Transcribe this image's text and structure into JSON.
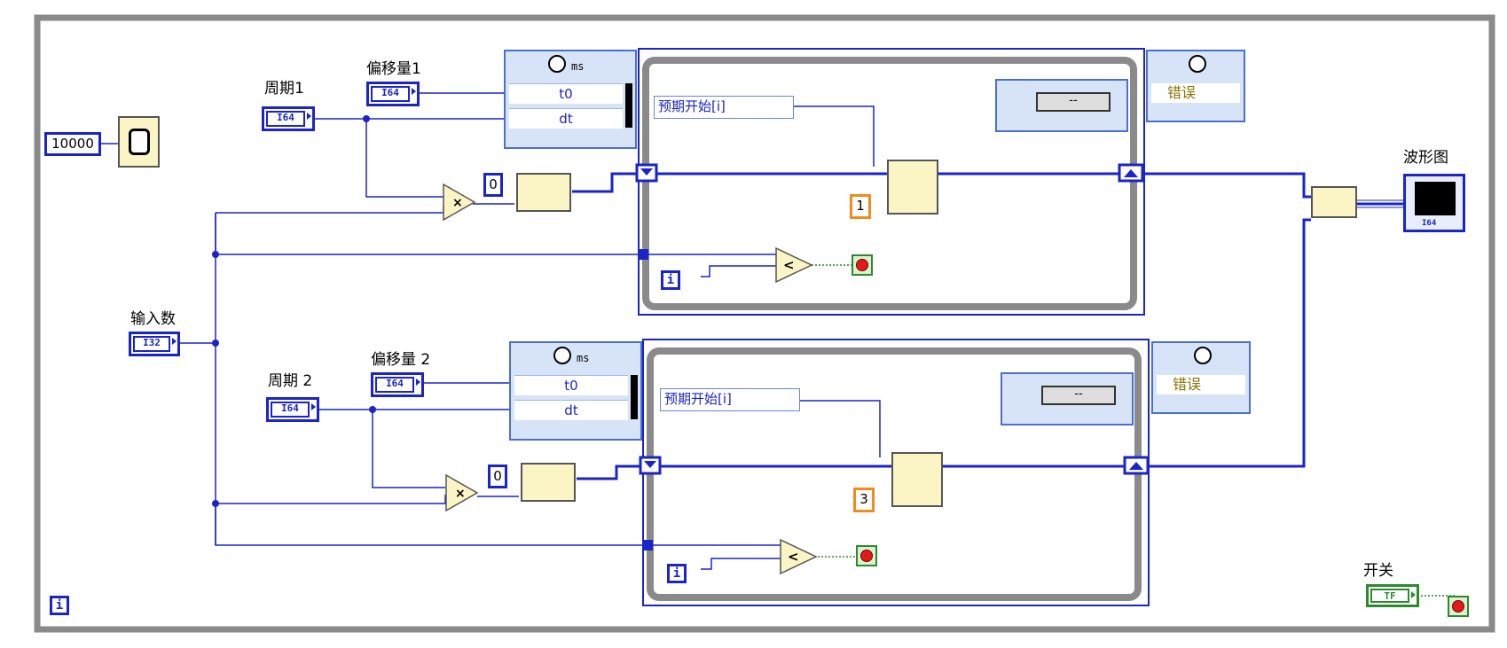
{
  "outer_loop": {
    "iteration_label": "i"
  },
  "timer": {
    "value": "10000"
  },
  "loop1": {
    "period_label": "周期1",
    "period_type": "I64",
    "offset_label": "偏移量1",
    "offset_type": "I64",
    "timed_unit": "ms",
    "t0_label": "t0",
    "dt_label": "dt",
    "expected_start_label": "预期开始[i]",
    "error_label": "错误",
    "array_const": "0",
    "index_const": "1",
    "status_text": "--",
    "iteration_label": "i"
  },
  "loop2": {
    "period_label": "周期 2",
    "period_type": "I64",
    "offset_label": "偏移量 2",
    "offset_type": "I64",
    "timed_unit": "ms",
    "t0_label": "t0",
    "dt_label": "dt",
    "expected_start_label": "预期开始[i]",
    "error_label": "错误",
    "array_const": "0",
    "index_const": "3",
    "status_text": "--",
    "iteration_label": "i"
  },
  "input": {
    "label": "输入数",
    "type": "I32"
  },
  "graph": {
    "label": "波形图",
    "type": "I64"
  },
  "switch": {
    "label": "开关",
    "type": "TF"
  },
  "colors": {
    "wire_blue": "#1a24c8",
    "structure_gray": "#8a8a8a",
    "orange_const": "#f28a1c",
    "green_bool": "#2c8a2c"
  }
}
